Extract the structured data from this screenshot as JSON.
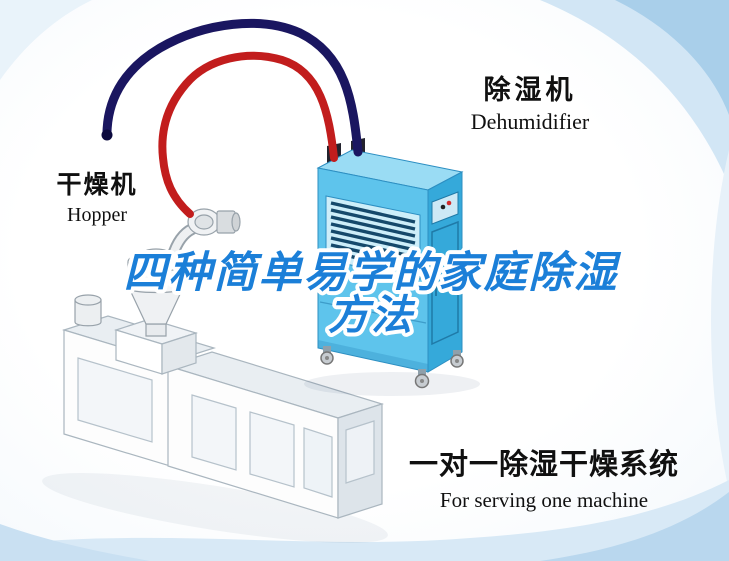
{
  "page": {
    "title_line1": "四种简单易学的家庭除湿",
    "title_line2": "方法",
    "title_color": "#1b7fd8"
  },
  "labels": {
    "dehumidifier_cn": "除湿机",
    "dehumidifier_en": "Dehumidifier",
    "hopper_cn": "干燥机",
    "hopper_en": "Hopper",
    "system_cn": "一对一除湿干燥系统",
    "system_en": "For serving one machine"
  },
  "colors": {
    "hose_red": "#c21d1d",
    "hose_navy": "#1a1660",
    "dehumidifier_front": "#5ec4ec",
    "dehumidifier_side": "#35a9da",
    "dehumidifier_top": "#9adcf4",
    "background_accent": "#cfe3f3"
  }
}
